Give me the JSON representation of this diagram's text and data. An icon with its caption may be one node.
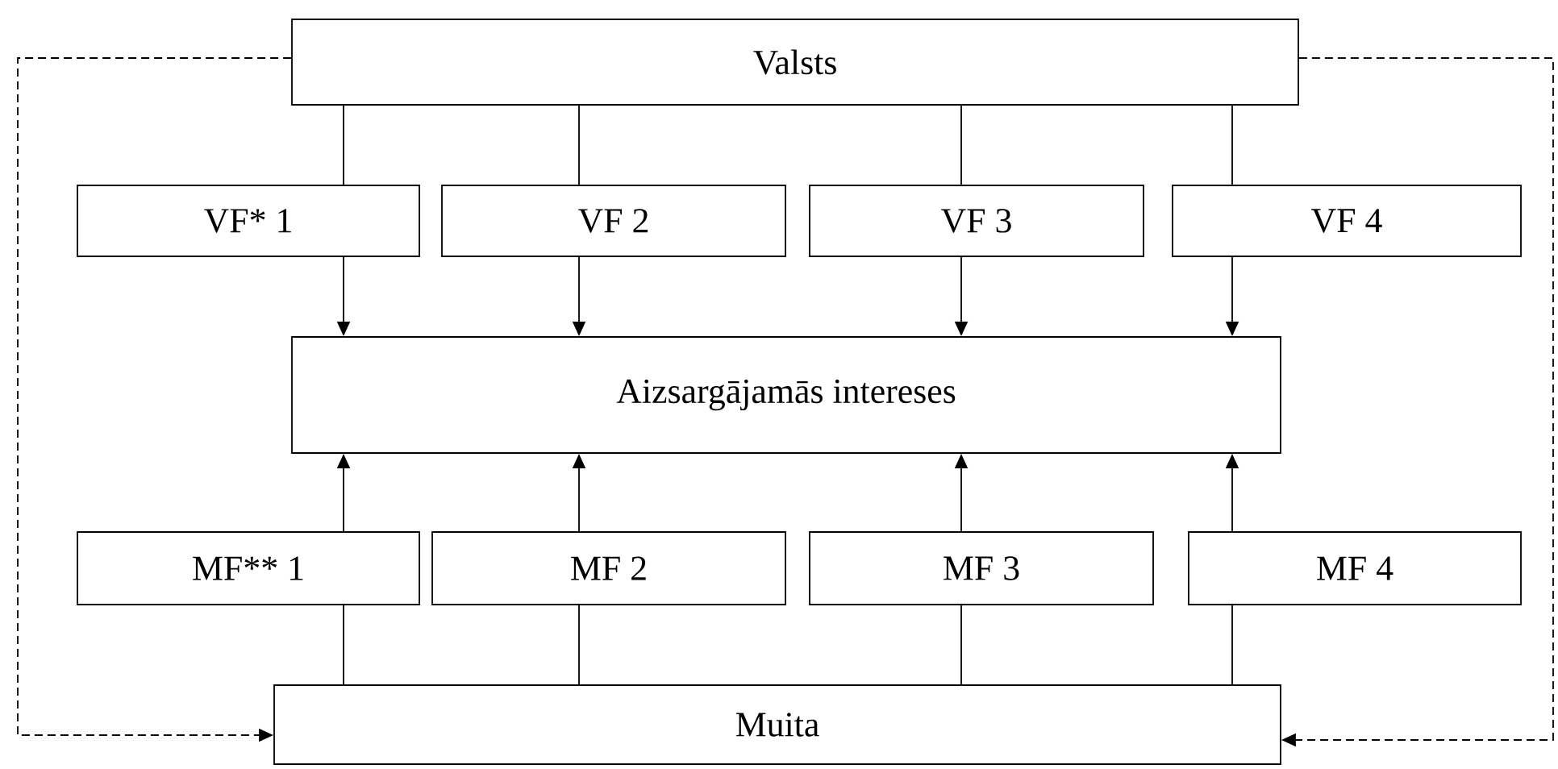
{
  "diagram": {
    "nodes": [
      {
        "text": [
          "Valsts"
        ]
      },
      {
        "text": [
          "VF* 1"
        ]
      },
      {
        "text": [
          "VF 2"
        ]
      },
      {
        "text": [
          "VF 3"
        ]
      },
      {
        "text": [
          "VF 4"
        ]
      },
      {
        "text": [
          "Aizsargājamās intereses"
        ]
      },
      {
        "text": [
          "MF** 1"
        ]
      },
      {
        "text": [
          "MF 2"
        ]
      },
      {
        "text": [
          "MF 3"
        ]
      },
      {
        "text": [
          "MF 4"
        ]
      },
      {
        "text": [
          "Muita"
        ]
      }
    ],
    "edges": [
      {
        "from": 0,
        "to": 1,
        "arrow": "none"
      },
      {
        "from": 0,
        "to": 2,
        "arrow": "none"
      },
      {
        "from": 0,
        "to": 3,
        "arrow": "none"
      },
      {
        "from": 0,
        "to": 4,
        "arrow": "none"
      },
      {
        "from": 1,
        "to": 5,
        "arrow": "to"
      },
      {
        "from": 2,
        "to": 5,
        "arrow": "to"
      },
      {
        "from": 3,
        "to": 5,
        "arrow": "to"
      },
      {
        "from": 4,
        "to": 5,
        "arrow": "to"
      },
      {
        "from": 6,
        "to": 5,
        "arrow": "to"
      },
      {
        "from": 7,
        "to": 5,
        "arrow": "to"
      },
      {
        "from": 8,
        "to": 5,
        "arrow": "to"
      },
      {
        "from": 9,
        "to": 5,
        "arrow": "to"
      },
      {
        "from": 10,
        "to": 6,
        "arrow": "none"
      },
      {
        "from": 10,
        "to": 7,
        "arrow": "none"
      },
      {
        "from": 10,
        "to": 8,
        "arrow": "none"
      },
      {
        "from": 10,
        "to": 9,
        "arrow": "none"
      },
      {
        "from": 0,
        "to": 10,
        "arrow": "to",
        "style": "dashed"
      },
      {
        "from": 0,
        "to": 10,
        "arrow": "to",
        "style": "dashed"
      }
    ]
  }
}
